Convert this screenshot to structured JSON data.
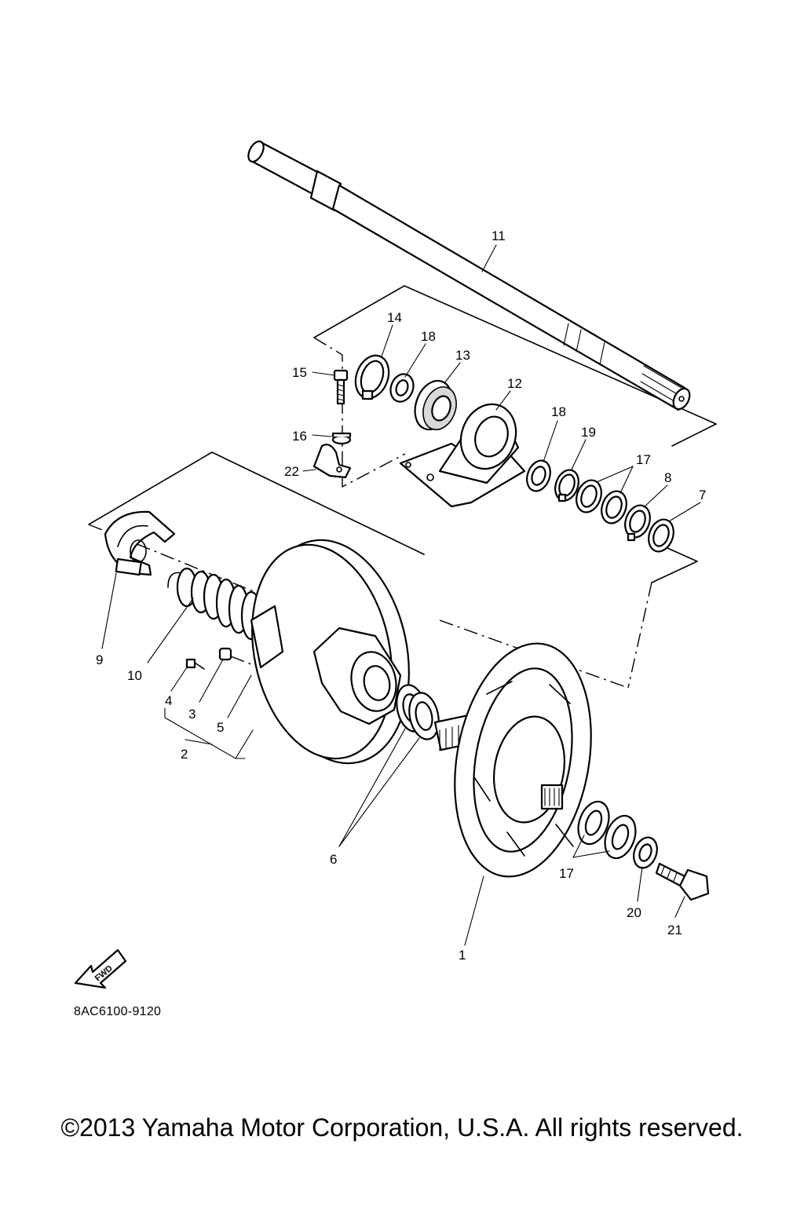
{
  "diagram": {
    "code": "8AC6100-9120",
    "copyright": "©2013 Yamaha Motor Corporation, U.S.A. All rights reserved.",
    "direction_badge": "FWD",
    "callouts": {
      "c1": "1",
      "c2": "2",
      "c3": "3",
      "c4": "4",
      "c5": "5",
      "c6": "6",
      "c7": "7",
      "c8": "8",
      "c9": "9",
      "c10": "10",
      "c11": "11",
      "c12": "12",
      "c13": "13",
      "c14": "14",
      "c15": "15",
      "c16": "16",
      "c17a": "17",
      "c17b": "17",
      "c18a": "18",
      "c18b": "18",
      "c19": "19",
      "c20": "20",
      "c21": "21",
      "c22": "22"
    }
  }
}
